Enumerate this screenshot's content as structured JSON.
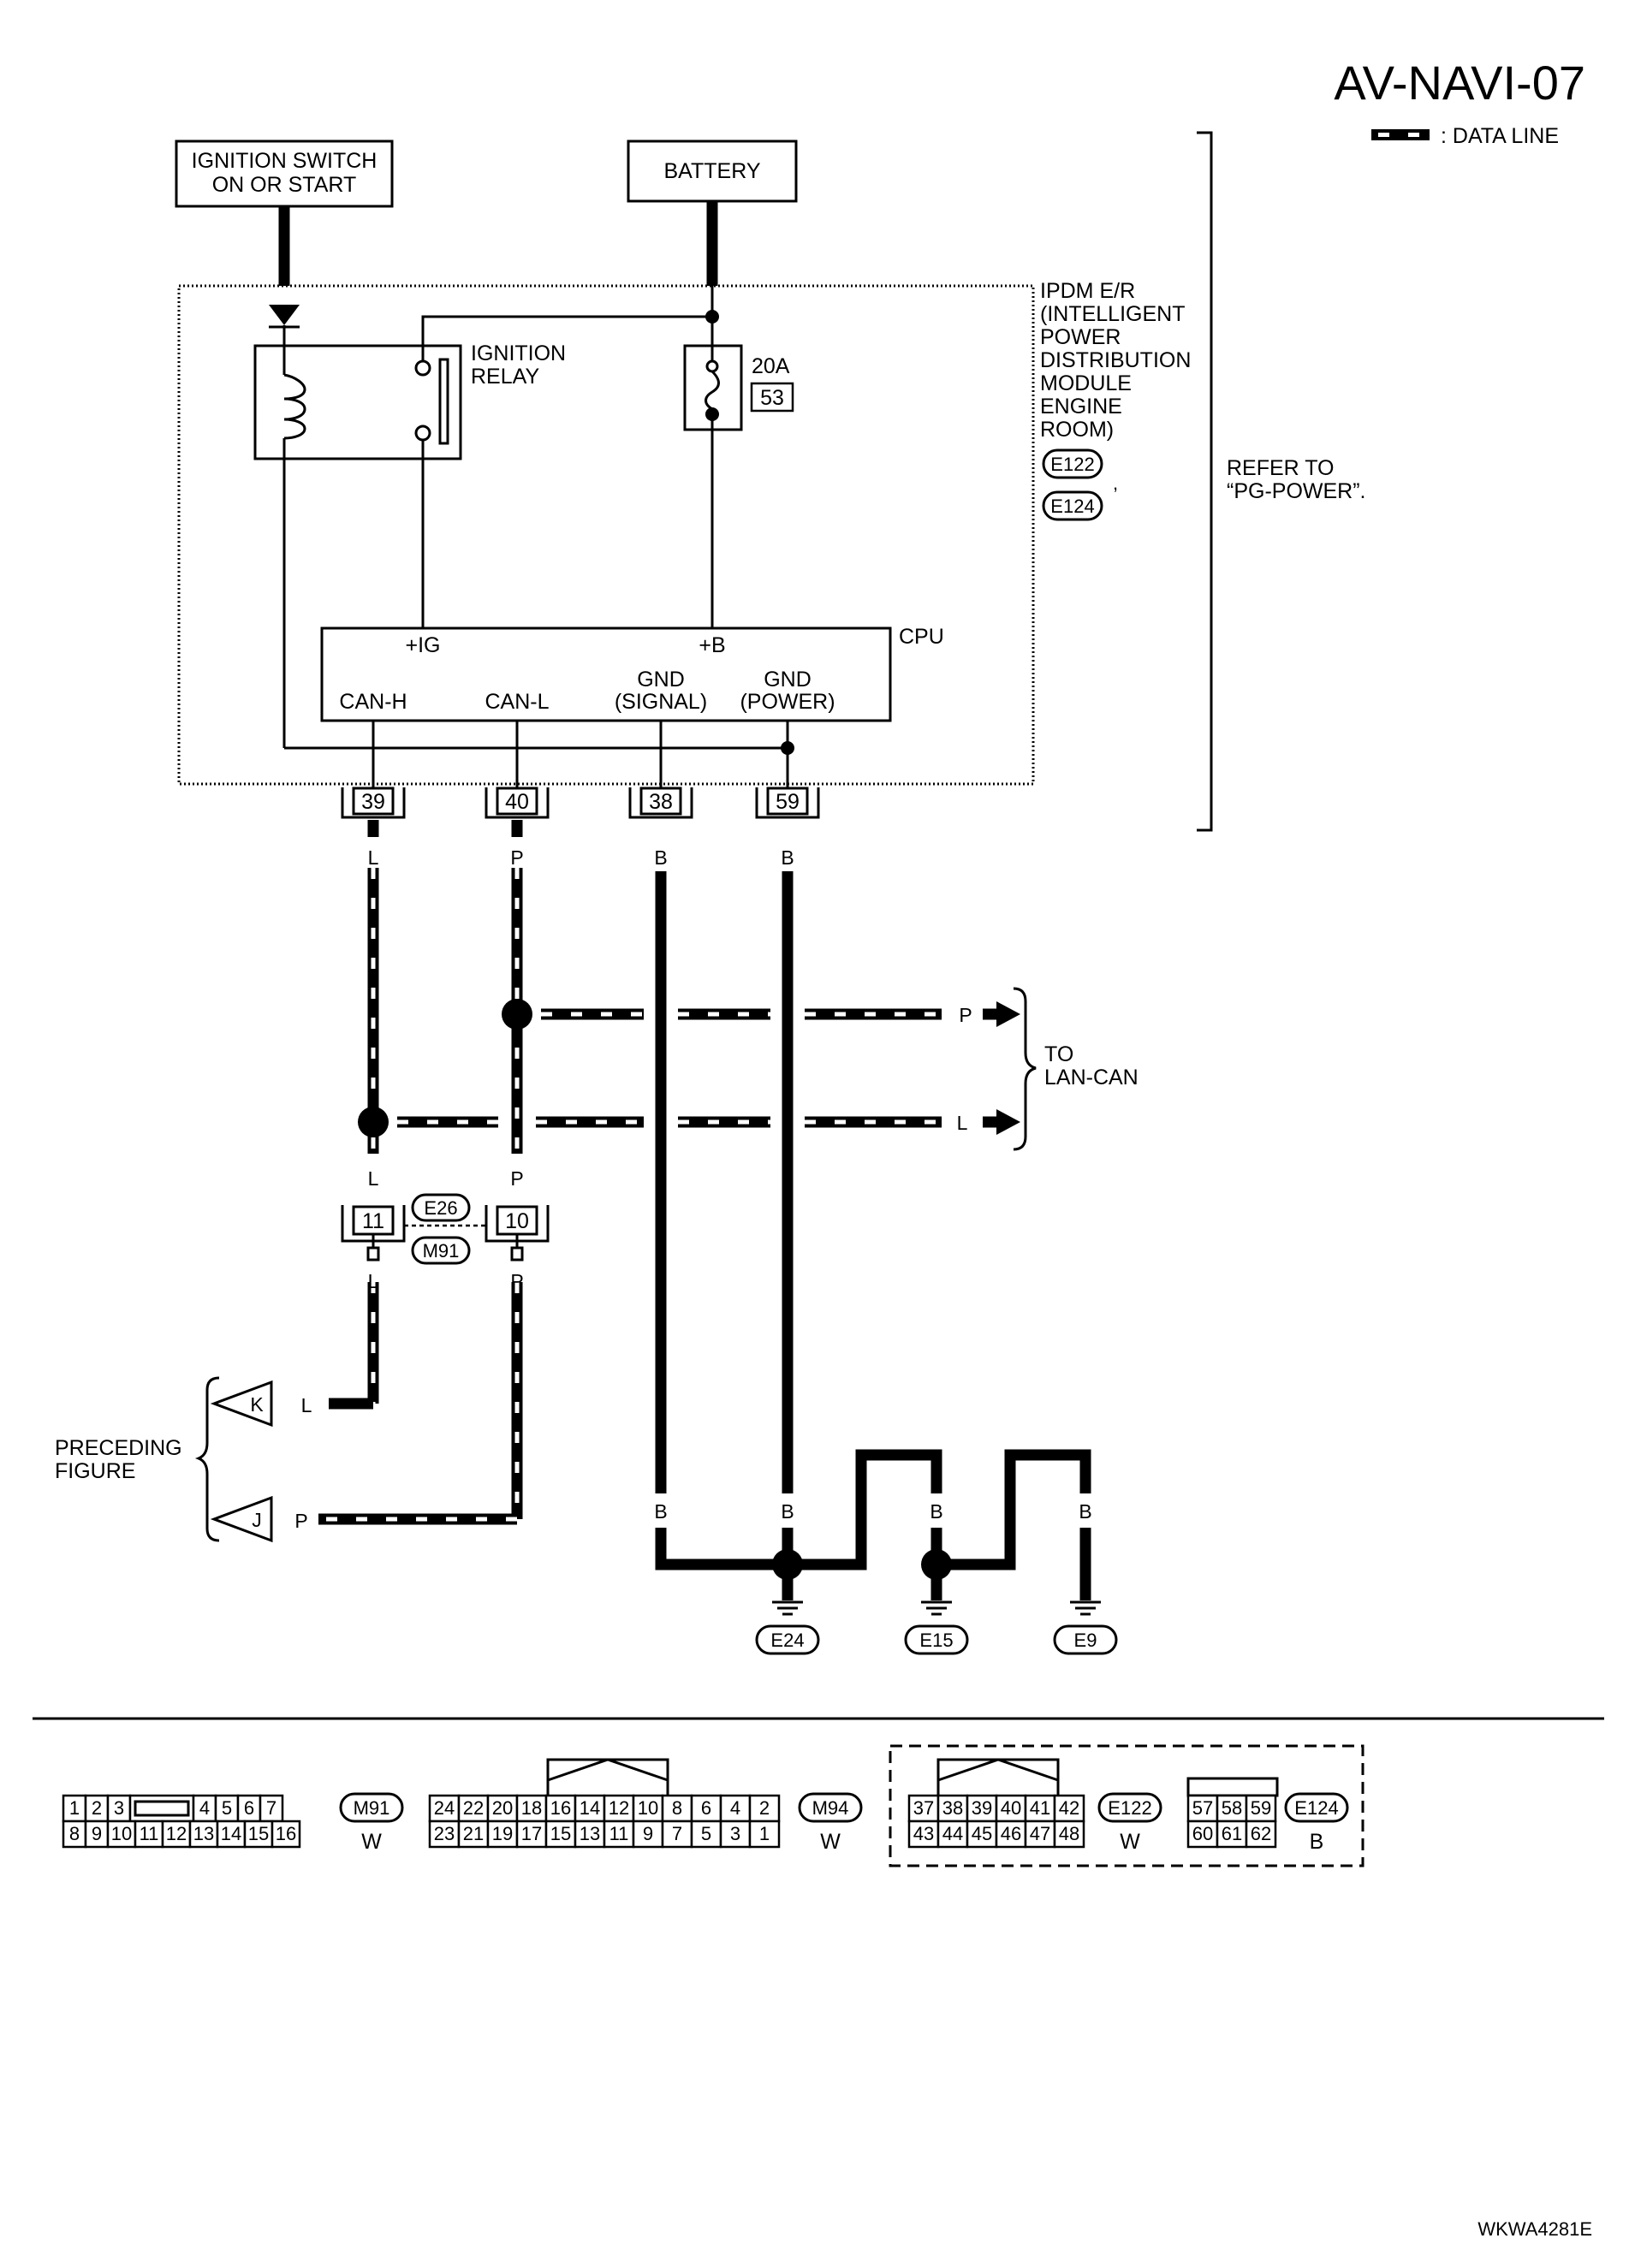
{
  "title": "AV-NAVI-07",
  "legend": ": DATA LINE",
  "footer_code": "WKWA4281E",
  "ignition_switch": [
    "IGNITION SWITCH",
    "ON OR START"
  ],
  "battery": "BATTERY",
  "ipdm": [
    "IPDM E/R",
    "(INTELLIGENT",
    "POWER",
    "DISTRIBUTION",
    "MODULE",
    "ENGINE",
    "ROOM)"
  ],
  "ipdm_connectors": [
    "E122",
    "E124"
  ],
  "ipdm_comma": ",",
  "refer": [
    "REFER TO",
    "“PG-POWER”."
  ],
  "ignition_relay": [
    "IGNITION",
    "RELAY"
  ],
  "fuse": {
    "rating": "20A",
    "number": "53"
  },
  "cpu": {
    "label": "CPU",
    "ig": "+IG",
    "b": "+B",
    "can_h": "CAN-H",
    "can_l": "CAN-L",
    "gnd_signal": [
      "GND",
      "(SIGNAL)"
    ],
    "gnd_power": [
      "GND",
      "(POWER)"
    ]
  },
  "terminals": [
    "39",
    "40",
    "38",
    "59"
  ],
  "wire_colors": {
    "l": "L",
    "p": "P",
    "b": "B"
  },
  "to_lan_can": [
    "TO",
    "LAN-CAN"
  ],
  "joint": {
    "left_pin": "11",
    "right_pin": "10",
    "top_conn": "E26",
    "bottom_conn": "M91"
  },
  "preceding": {
    "label": [
      "PRECEDING",
      "FIGURE"
    ],
    "k": "K",
    "j": "J"
  },
  "grounds": [
    "E24",
    "E15",
    "E9"
  ],
  "connector_m91": {
    "name": "M91",
    "color": "W",
    "top": [
      "1",
      "2",
      "3",
      "",
      "4",
      "5",
      "6",
      "7"
    ],
    "bottom": [
      "8",
      "9",
      "10",
      "11",
      "12",
      "13",
      "14",
      "15",
      "16"
    ]
  },
  "connector_m94": {
    "name": "M94",
    "color": "W",
    "top": [
      "24",
      "22",
      "20",
      "18",
      "16",
      "14",
      "12",
      "10",
      "8",
      "6",
      "4",
      "2"
    ],
    "bottom": [
      "23",
      "21",
      "19",
      "17",
      "15",
      "13",
      "11",
      "9",
      "7",
      "5",
      "3",
      "1"
    ]
  },
  "connector_e122": {
    "name": "E122",
    "color": "W",
    "top": [
      "37",
      "38",
      "39",
      "40",
      "41",
      "42"
    ],
    "bottom": [
      "43",
      "44",
      "45",
      "46",
      "47",
      "48"
    ]
  },
  "connector_e124": {
    "name": "E124",
    "color": "B",
    "top": [
      "57",
      "58",
      "59"
    ],
    "bottom": [
      "60",
      "61",
      "62"
    ]
  }
}
